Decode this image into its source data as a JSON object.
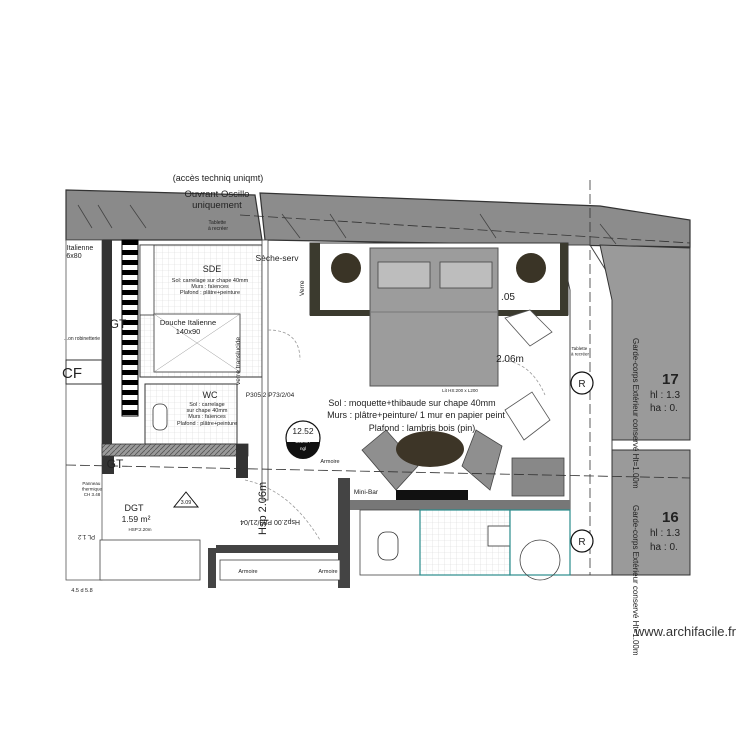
{
  "header": {
    "access_note": "(accès techniq uniqmt)",
    "window_note_line1": "Ouvrant Oscillo",
    "window_note_line2": "uniquement",
    "tablette_note": "Tablette\nà recréer"
  },
  "rooms": {
    "sde": {
      "name": "SDE",
      "desc1": "Sol: carrelage sur chape 40mm",
      "desc2": "Murs : faïences",
      "desc3": "Plafond : plâtre+peinture"
    },
    "douche": {
      "name": "Douche Italienne",
      "size": "140x90"
    },
    "wc": {
      "name": "WC",
      "desc1": "Sol : carrelage",
      "desc2": "sur chape 40mm",
      "desc3": "Murs : faïences",
      "desc4": "Plafond : plâtre+peinture"
    },
    "dgt": {
      "name": "DGT",
      "area": "1.59 m²",
      "badge": "3.09",
      "hsp": "HSP:2.20m"
    },
    "chambre": {
      "desc1": "Sol : moquette+thibaude sur chape 40mm",
      "desc2": "Murs : plâtre+peinture/ 1 mur en papier peint",
      "desc3": "Plafond : lambris bois (pin)",
      "area_badge": "12.52",
      "area_sub": "398.84",
      "area_unit": "ngl"
    }
  },
  "labels": {
    "seche_serv": "Sèche-serv",
    "verre": "Verre",
    "verre_translucide": "verre translucide",
    "gt_top": "GT",
    "gt_bottom": "GT",
    "cf": "CF",
    "p305": "P305.2 P73/2/04",
    "hsp_vertical": "Hsp 2.06m",
    "hsp_right": "2.06m",
    "dim_05": ".05",
    "armoire_top": "Armoire",
    "mini_bar": "Mini-Bar",
    "armoire_bottom_1": "Armoire",
    "armoire_bottom_2": "Armoire",
    "rotated_label": "Hsp2.00 P89/21/04",
    "left_top": "Italienne",
    "left_top_size": "6x80",
    "left_note": "...on robinetterie",
    "dim_row": "PL 1.2",
    "gx": "4.5 d 5.8",
    "panneau": "Panneau\nthermique\nCH 3.48",
    "lit_note": "Lit HS:200 x L200"
  },
  "right_side": {
    "garde_corps_17": "Garde-corps Extérieur conservé Ht=1.00m",
    "garde_corps_16": "Garde-corps Extérieur conservé Ht=1.00m",
    "room_17": {
      "number": "17",
      "hl": "hl : 1.3",
      "ha": "ha : 0."
    },
    "room_16": {
      "number": "16",
      "hl": "hl : 1.3",
      "ha": "ha : 0."
    },
    "r_symbol": "R",
    "tablette": "Tablette\nà recréer"
  },
  "watermark": "www.archifacile.fr"
}
